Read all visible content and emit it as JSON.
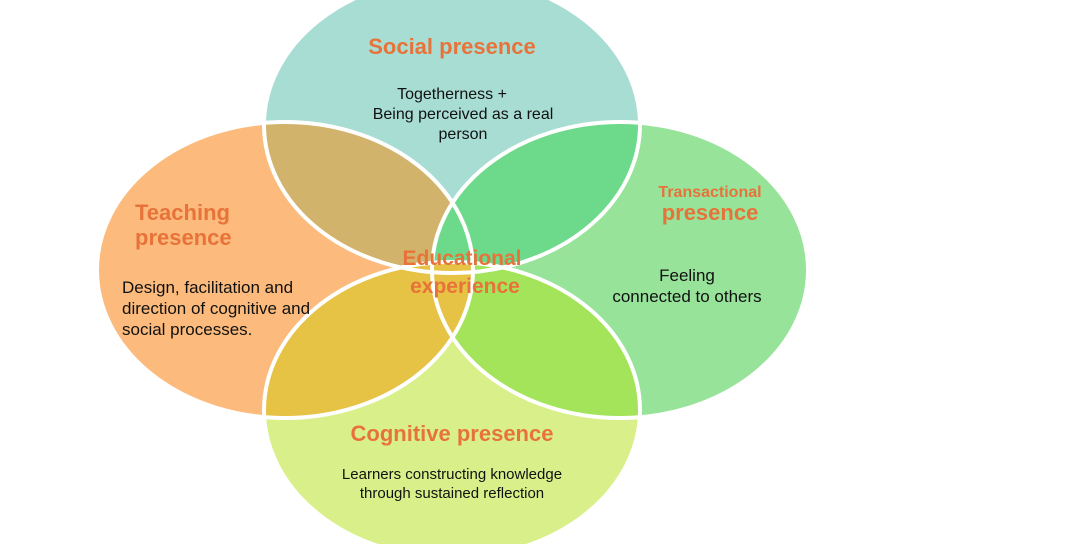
{
  "circles": {
    "social": {
      "title": "Social presence",
      "text_lines": [
        "Togetherness  +",
        "Being perceived as a real",
        "person"
      ],
      "fill": "#a8ddd3"
    },
    "teaching": {
      "title_lines": [
        "Teaching",
        "presence"
      ],
      "text_lines": [
        "Design, facilitation and",
        "direction of cognitive and",
        "social processes."
      ],
      "fill": "#fcbb7c"
    },
    "transactional": {
      "title_small": "Transactional",
      "title": "presence",
      "text_lines": [
        "Feeling",
        "connected to others"
      ],
      "fill": "#97e39a"
    },
    "cognitive": {
      "title": "Cognitive presence",
      "text_lines": [
        "Learners constructing knowledge",
        "through sustained reflection"
      ],
      "fill": "#d9f08a"
    }
  },
  "center": {
    "lines": [
      "Educational",
      "experience"
    ]
  },
  "colors": {
    "title_orange": "#e8733a",
    "social_fill": "#a8ddd3",
    "teaching_fill": "#fcbb7c",
    "transactional_fill": "#97e39a",
    "cognitive_fill": "#d9f08a",
    "overlap_social_teaching": "#d2b36b",
    "overlap_social_transactional": "#6dd98a",
    "overlap_teaching_cognitive": "#e6c245",
    "overlap_transactional_cognitive": "#a3e45a",
    "border": "#ffffff"
  }
}
